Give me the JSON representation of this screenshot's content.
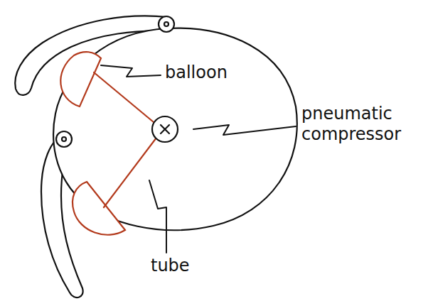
{
  "diagram": {
    "labels": [
      "balloon",
      "pneumatic compressor",
      "tube"
    ]
  }
}
